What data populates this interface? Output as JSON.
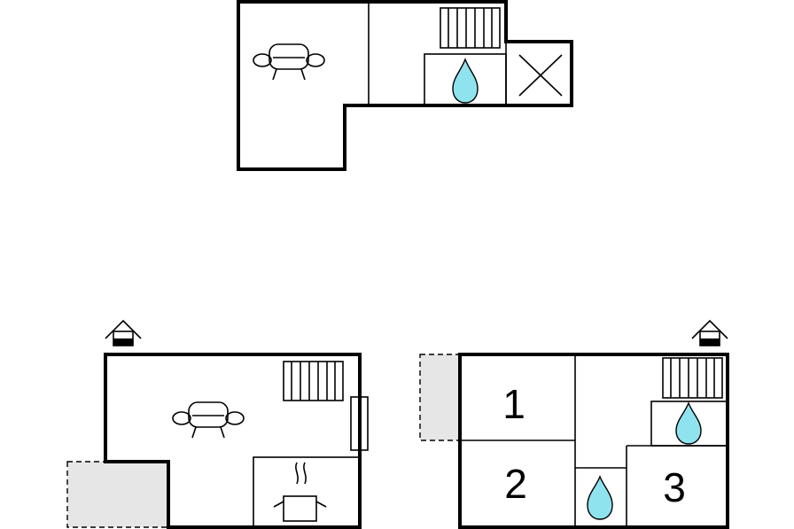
{
  "floors": {
    "upper": {
      "icons": [
        "sofa-icon",
        "stairs-icon",
        "water-drop-icon",
        "void-cross-icon"
      ]
    },
    "ground": {
      "icons": [
        "entrance-icon",
        "sofa-icon",
        "stairs-icon",
        "kitchen-pot-icon",
        "terrace-area"
      ]
    },
    "basement": {
      "rooms": [
        {
          "label": "1"
        },
        {
          "label": "2"
        },
        {
          "label": "3"
        }
      ],
      "icons": [
        "entrance-icon",
        "stairs-icon",
        "water-drop-icon",
        "terrace-area"
      ]
    }
  },
  "colors": {
    "water": "#8fe3ee",
    "terrace": "#e6e6e6",
    "walls": "#000000"
  }
}
